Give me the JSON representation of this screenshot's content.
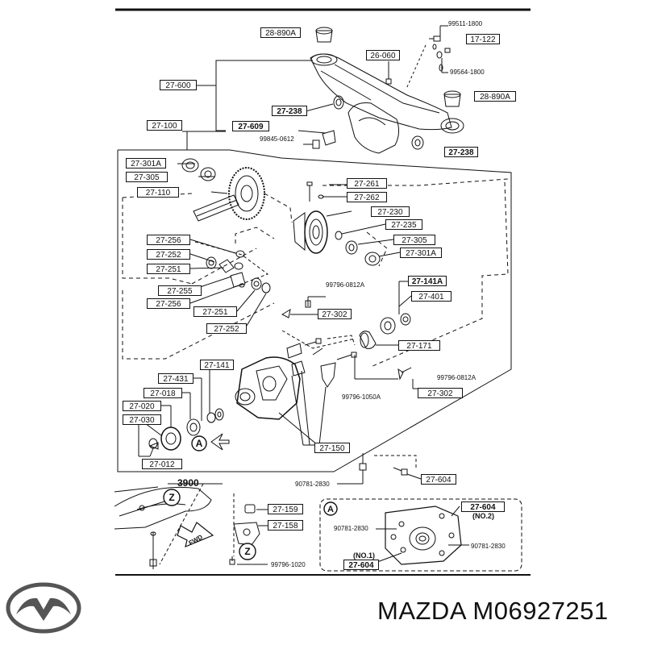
{
  "diagram": {
    "labels": [
      {
        "key": "l01",
        "text": "28-890A"
      },
      {
        "key": "l02",
        "text": "17-122"
      },
      {
        "key": "l03",
        "text": "26-060"
      },
      {
        "key": "l04",
        "text": "27-600"
      },
      {
        "key": "l05",
        "text": "28-890A"
      },
      {
        "key": "l06",
        "text": "27-238"
      },
      {
        "key": "l07",
        "text": "27-100"
      },
      {
        "key": "l08",
        "text": "27-609"
      },
      {
        "key": "l09",
        "text": "27-238"
      },
      {
        "key": "l10",
        "text": "27-301A"
      },
      {
        "key": "l11",
        "text": "27-305"
      },
      {
        "key": "l12",
        "text": "27-110"
      },
      {
        "key": "l13",
        "text": "27-261"
      },
      {
        "key": "l14",
        "text": "27-262"
      },
      {
        "key": "l15",
        "text": "27-230"
      },
      {
        "key": "l16",
        "text": "27-235"
      },
      {
        "key": "l17",
        "text": "27-256"
      },
      {
        "key": "l18",
        "text": "27-305"
      },
      {
        "key": "l19",
        "text": "27-252"
      },
      {
        "key": "l20",
        "text": "27-301A"
      },
      {
        "key": "l21",
        "text": "27-251"
      },
      {
        "key": "l22",
        "text": "27-141A"
      },
      {
        "key": "l23",
        "text": "27-255"
      },
      {
        "key": "l24",
        "text": "27-401"
      },
      {
        "key": "l25",
        "text": "27-256"
      },
      {
        "key": "l26",
        "text": "27-251"
      },
      {
        "key": "l27",
        "text": "27-302"
      },
      {
        "key": "l28",
        "text": "27-252"
      },
      {
        "key": "l29",
        "text": "27-171"
      },
      {
        "key": "l30",
        "text": "27-141"
      },
      {
        "key": "l31",
        "text": "27-431"
      },
      {
        "key": "l32",
        "text": "27-302"
      },
      {
        "key": "l33",
        "text": "27-018"
      },
      {
        "key": "l34",
        "text": "27-020"
      },
      {
        "key": "l35",
        "text": "27-030"
      },
      {
        "key": "l36",
        "text": "27-150"
      },
      {
        "key": "l37",
        "text": "27-012"
      },
      {
        "key": "l38",
        "text": "27-604"
      },
      {
        "key": "l39",
        "text": "27-159"
      },
      {
        "key": "l40",
        "text": "27-158"
      },
      {
        "key": "l41",
        "text": "27-604"
      },
      {
        "key": "l42",
        "text": "27-604"
      }
    ],
    "part_numbers": [
      {
        "key": "p01",
        "text": "99511-1800"
      },
      {
        "key": "p02",
        "text": "99564-1800"
      },
      {
        "key": "p03",
        "text": "99845-0612"
      },
      {
        "key": "p04",
        "text": "99796-0812A"
      },
      {
        "key": "p05",
        "text": "99796-0812A"
      },
      {
        "key": "p06",
        "text": "99796-1050A"
      },
      {
        "key": "p07",
        "text": "90781-2830"
      },
      {
        "key": "p08",
        "text": "90781-2830"
      },
      {
        "key": "p09",
        "text": "90781-2830"
      },
      {
        "key": "p10",
        "text": "99796-1020"
      },
      {
        "key": "p11",
        "text": "3900"
      },
      {
        "key": "p12",
        "text": "(NO.2)"
      },
      {
        "key": "p13",
        "text": "(NO.1)"
      }
    ],
    "markers": {
      "view_a": "A",
      "view_a_detail": "A",
      "z1": "Z",
      "z2": "Z",
      "fwd": "FWD"
    }
  },
  "brand": {
    "caption": "MAZDA M06927251",
    "logo": "mazda-logo-icon"
  }
}
